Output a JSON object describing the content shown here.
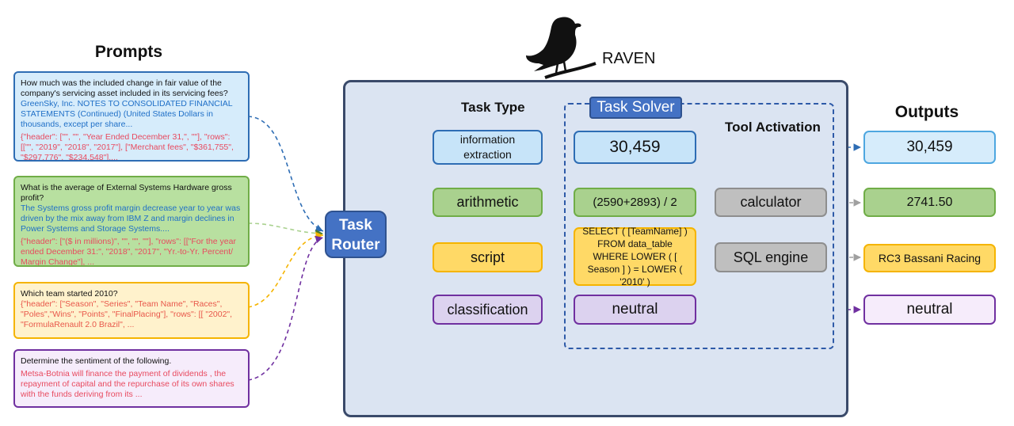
{
  "headings": {
    "prompts": "Prompts",
    "outputs": "Outputs",
    "task_type": "Task Type",
    "tool_activation": "Tool Activation",
    "brand": "RAVEN"
  },
  "router_label": "Task Router",
  "solver_label": "Task Solver",
  "prompts": [
    {
      "question": "How much was the included change in fair value of the company's servicing asset included in its servicing fees?",
      "context": "GreenSky, Inc. NOTES TO CONSOLIDATED FINANCIAL STATEMENTS (Continued) (United States Dollars in thousands, except per share...",
      "table": "{\"header\": [\"\", \"\", \"Year Ended December 31,\", \"\"], \"rows\": [[\"\", \"2019\", \"2018\", \"2017\"], [\"Merchant fees\", \"$361,755\", \"$297,776\", \"$234,548\"],..."
    },
    {
      "question": "What is the average of External Systems Hardware gross profit?",
      "context": "The Systems gross profit margin decrease year to year was driven by the mix away from IBM Z and margin declines in Power Systems and Storage Systems....",
      "table": "{\"header\": [\"($ in millions)\", \"\", \"\", \"\"], \"rows\": [[\"For the year ended December 31:\", \"2018\", \"2017\", \"Yr.-to-Yr. Percent/ Margin Change\"], ..."
    },
    {
      "question": "Which team started 2010?",
      "context": "",
      "table": "{\"header\": [\"Season\", \"Series\", \"Team Name\", \"Races\", \"Poles\",\"Wins\", \"Points\", \"FinalPlacing\"], \"rows\": [[ \"2002\", \"FormulaRenault 2.0 Brazil\", ..."
    },
    {
      "question": "Determine the sentiment of the following.",
      "context": "",
      "table": "Metsa-Botnia will finance the payment of dividends , the repayment of capital and the repurchase of its own shares with the funds deriving from its ..."
    }
  ],
  "task_types": [
    "information extraction",
    "arithmetic",
    "script",
    "classification"
  ],
  "solver_outputs": [
    "30,459",
    "(2590+2893) / 2",
    "SELECT ( [TeamName] ) FROM data_table WHERE LOWER ( [ Season ] ) = LOWER ( '2010' )",
    "neutral"
  ],
  "tools": [
    "calculator",
    "SQL engine"
  ],
  "outputs": [
    "30,459",
    "2741.50",
    "RC3 Bassani Racing",
    "neutral"
  ],
  "colors": {
    "blue": "#2e6db4",
    "green": "#70ad47",
    "yellow": "#f5b400",
    "purple": "#7030a0",
    "gray": "#8e8e8e",
    "router": "#4472c4"
  }
}
